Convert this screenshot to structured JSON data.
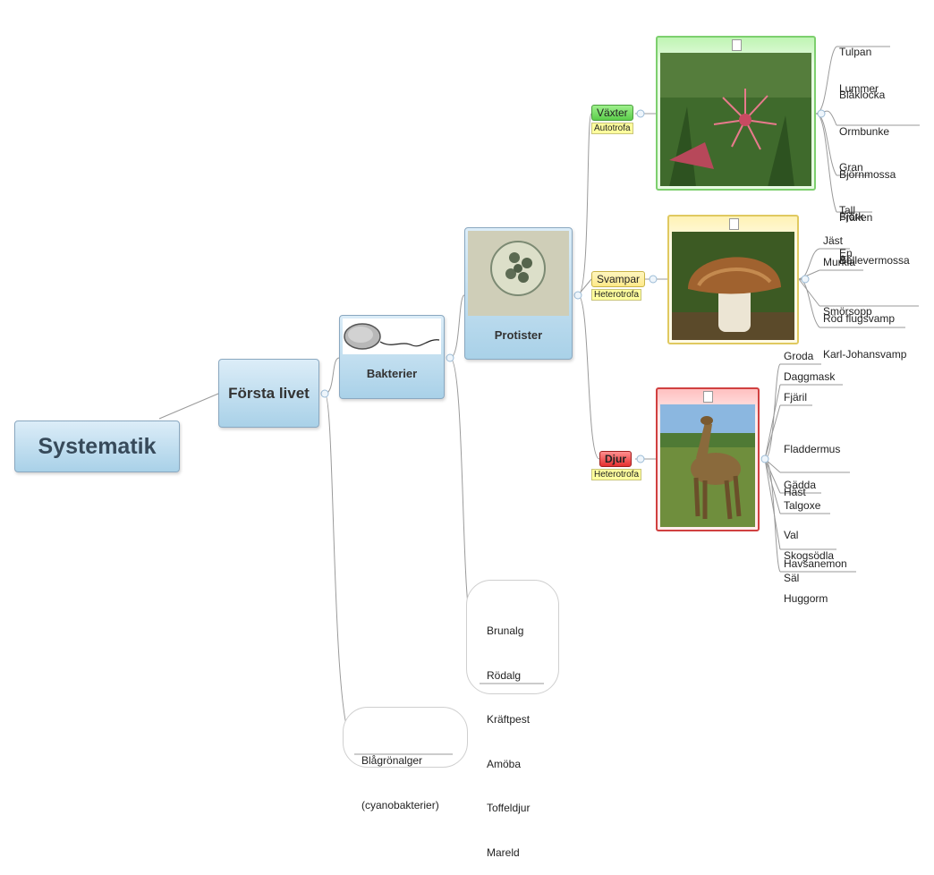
{
  "root": {
    "label": "Systematik"
  },
  "first": {
    "label": "Första livet"
  },
  "bakterier": {
    "label": "Bakterier"
  },
  "protister": {
    "label": "Protister"
  },
  "vaxter": {
    "label": "Växter",
    "note": "Autotrofa",
    "groups": [
      [
        "Tulpan",
        "Blåklocka"
      ],
      [
        "Lummer",
        "Ormbunke",
        "Björnmossa",
        "Fräken",
        "Bållevermossa"
      ],
      [
        "Gran",
        "Tall",
        "En"
      ],
      [
        "Björk",
        "Al"
      ]
    ]
  },
  "svampar": {
    "label": "Svampar",
    "note": "Heterotrofa",
    "groups": [
      [
        "Jäst"
      ],
      [
        "Murkla"
      ],
      [
        "Smörsopp",
        "Karl-Johansvamp"
      ],
      [
        "Röd flugsvamp"
      ]
    ]
  },
  "djur": {
    "label": "Djur",
    "note": "Heterotrofa",
    "groups": [
      [
        "Groda"
      ],
      [
        "Daggmask"
      ],
      [
        "Fjäril"
      ],
      [
        "Fladdermus",
        "Häst",
        "Val",
        "Säl"
      ],
      [
        "Gädda"
      ],
      [
        "Talgoxe"
      ],
      [
        "Skogsödla",
        "Huggorm"
      ],
      [
        "Havsanemon"
      ]
    ]
  },
  "protist_list": [
    "Brunalg",
    "Rödalg",
    "Kräftpest",
    "Amöba",
    "Toffeldjur",
    "Mareld"
  ],
  "cyano": [
    "Blågrönalger",
    "(cyanobakterier)"
  ],
  "colors": {
    "link": "#9a9a9a",
    "node_top": "#dcedf8",
    "node_bottom": "#a9d1e8",
    "vaxter": "#5ccd4b",
    "svampar": "#ffe98a",
    "djur": "#e53030",
    "note": "#ffff9e"
  }
}
